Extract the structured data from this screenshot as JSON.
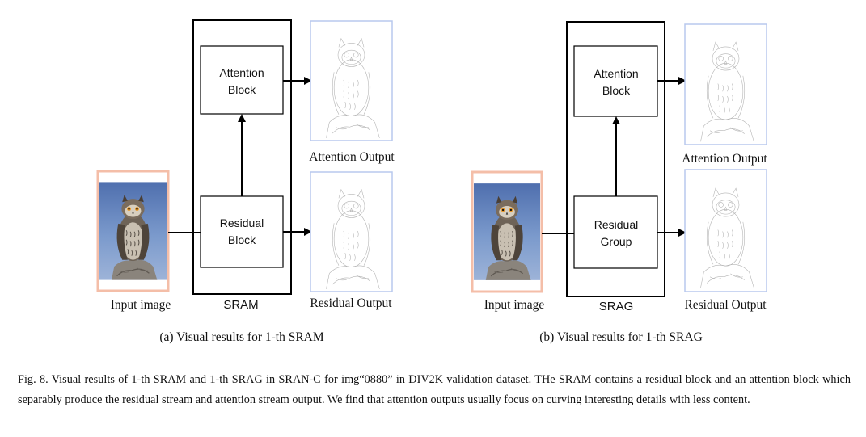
{
  "panels": [
    {
      "input_label": "Input image",
      "module_label": "SRAM",
      "top_block": [
        "Attention",
        "Block"
      ],
      "bottom_block": [
        "Residual",
        "Block"
      ],
      "top_output_label": "Attention Output",
      "bottom_output_label": "Residual Output",
      "subcaption": "(a) Visual results for 1-th SRAM"
    },
    {
      "input_label": "Input image",
      "module_label": "SRAG",
      "top_block": [
        "Attention",
        "Block"
      ],
      "bottom_block": [
        "Residual",
        "Group"
      ],
      "top_output_label": "Attention Output",
      "bottom_output_label": "Residual Output",
      "subcaption": "(b) Visual results for 1-th SRAG"
    }
  ],
  "figure_caption": "Fig. 8.  Visual results of 1-th SRAM and 1-th SRAG in SRAN-C for img“0880” in DIV2K validation dataset. THe SRAM contains a residual block and an attention block which separably produce the residual stream and attention stream output. We find that attention outputs usually focus on curving interesting details with less content.",
  "colors": {
    "input_border": "#f3b79e",
    "output_border": "#b8c9ee",
    "sky": "#6f8dc4",
    "text": "#111111"
  },
  "icons": [
    "owl-photo",
    "owl-edge-map"
  ]
}
